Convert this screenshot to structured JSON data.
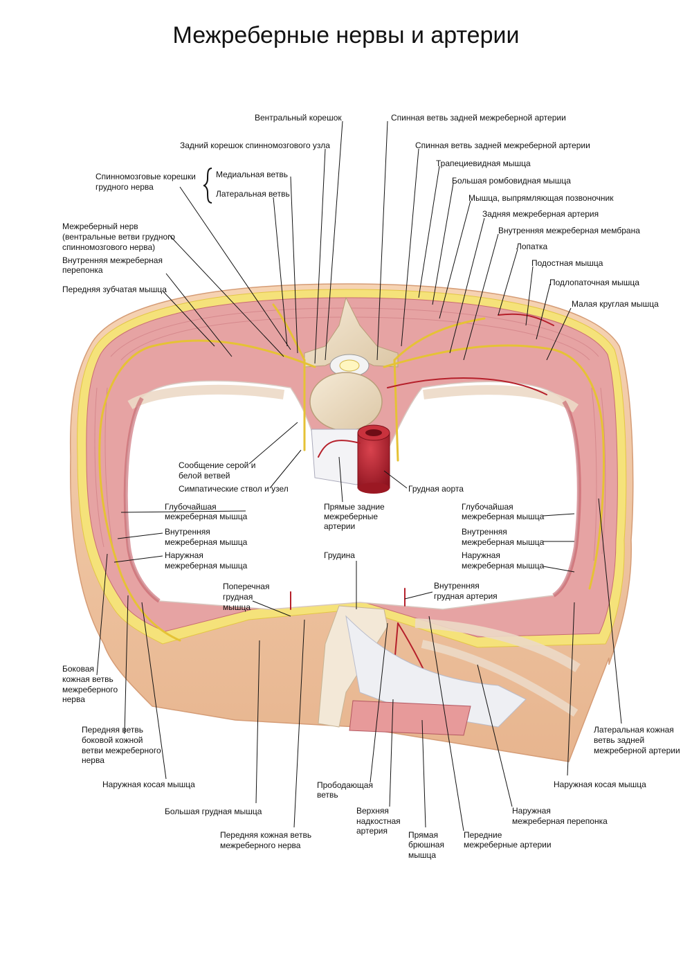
{
  "title": "Межреберные нервы и артерии",
  "colors": {
    "muscle": "#e8a3a3",
    "muscle_dark": "#c9696e",
    "skin": "#f3c9a7",
    "fat": "#f3e26a",
    "nerve": "#e8c94a",
    "artery": "#b51f2a",
    "bone": "#efe0c6",
    "pleura": "#f1f1f3"
  },
  "labels": {
    "ventral_root": "Вентральный корешок",
    "dorsal_root_ganglion": "Задний корешок спинномозгового узла",
    "spinal_roots": [
      "Спинномозговые корешки",
      "грудного нерва"
    ],
    "medial_branch": "Медиальная ветвь",
    "lateral_branch": "Латеральная ветвь",
    "intercostal_nerve": [
      "Межреберный нерв",
      "(вентральные ветви грудного",
      "спинномозгового нерва)"
    ],
    "inner_intercostal_membrane_l": [
      "Внутренняя межреберная",
      "перепонка"
    ],
    "serratus_anterior": "Передняя зубчатая мышца",
    "spinal_branch_1": "Спинная ветвь задней межреберной артерии",
    "spinal_branch_2": "Спинная ветвь задней межреберной артерии",
    "trapezius": "Трапециевидная мышца",
    "rhomboid_major": "Большая ромбовидная мышца",
    "erector_spinae": "Мышца, выпрямляющая позвоночник",
    "posterior_intercostal_artery": "Задняя межреберная артерия",
    "inner_intercostal_membrane_r": "Внутренняя межреберная мембрана",
    "scapula": "Лопатка",
    "infraspinatus": "Подостная мышца",
    "subscapularis": "Подлопаточная мышца",
    "teres_minor": "Малая круглая мышца",
    "gray_white_rami": [
      "Сообщение серой и",
      "белой ветвей"
    ],
    "sympathetic_trunk": "Симпатические ствол и узел",
    "thoracic_aorta": "Грудная аорта",
    "direct_posterior_arteries": [
      "Прямые задние",
      "межреберные",
      "артерии"
    ],
    "innermost_l": [
      "Глубочайшая",
      "межреберная мышца"
    ],
    "internal_l": [
      "Внутренняя",
      "межреберная мышца"
    ],
    "external_l": [
      "Наружная",
      "межреберная мышца"
    ],
    "innermost_r": [
      "Глубочайшая",
      "межреберная мышца"
    ],
    "internal_r": [
      "Внутренняя",
      "межреберная мышца"
    ],
    "external_r": [
      "Наружная",
      "межреберная мышца"
    ],
    "sternum": "Грудина",
    "transversus_thoracis": [
      "Поперечная",
      "грудная",
      "мышца"
    ],
    "internal_thoracic_artery": [
      "Внутренняя",
      "грудная артерия"
    ],
    "lateral_cutaneous_branch": [
      "Боковая",
      "кожная ветвь",
      "межреберного",
      "нерва"
    ],
    "anterior_branch_lateral": [
      "Передняя ветвь",
      "боковой кожной",
      "ветви межреберного",
      "нерва"
    ],
    "external_oblique_l": "Наружная косая мышца",
    "pectoralis_major": "Большая грудная мышца",
    "anterior_cutaneous": [
      "Передняя кожная ветвь",
      "межреберного нерва"
    ],
    "perforating_branch": [
      "Прободающая",
      "ветвь"
    ],
    "superior_epigastric": [
      "Верхняя",
      "надкостная",
      "артерия"
    ],
    "rectus_abdominis": [
      "Прямая",
      "брюшная",
      "мышца"
    ],
    "anterior_intercostal_arteries": [
      "Передние",
      "межреберные артерии"
    ],
    "external_intercostal_membrane": [
      "Наружная",
      "межреберная перепонка"
    ],
    "external_oblique_r": "Наружная косая мышца",
    "lateral_cutaneous_posterior": [
      "Латеральная кожная",
      "ветвь задней",
      "межреберной артерии"
    ]
  }
}
